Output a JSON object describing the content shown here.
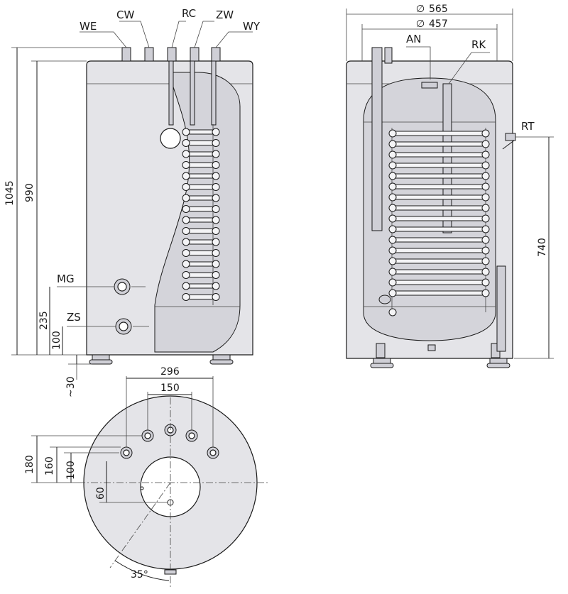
{
  "front_view": {
    "connections": [
      "WE",
      "CW",
      "RC",
      "ZW",
      "WY"
    ],
    "side_labels": {
      "mg": "MG",
      "zs": "ZS"
    },
    "dims": {
      "total_height": "1045",
      "body_height": "990",
      "mg_height": "235",
      "zs_height": "100",
      "feet": "~30"
    }
  },
  "side_view": {
    "diameters": {
      "outer": "565",
      "inner": "457"
    },
    "diameter_symbol": "∅",
    "labels": {
      "an": "AN",
      "rk": "RK",
      "rt": "RT"
    },
    "dims": {
      "rt_height": "740"
    }
  },
  "top_view": {
    "dims": {
      "outer_spacing": "296",
      "inner_spacing": "150",
      "d180": "180",
      "d160": "160",
      "d100": "100",
      "d60": "60",
      "angle": "35°"
    }
  },
  "colors": {
    "body": "#e4e4e8",
    "inner": "#d4d4da",
    "line": "#1a1a1a"
  }
}
